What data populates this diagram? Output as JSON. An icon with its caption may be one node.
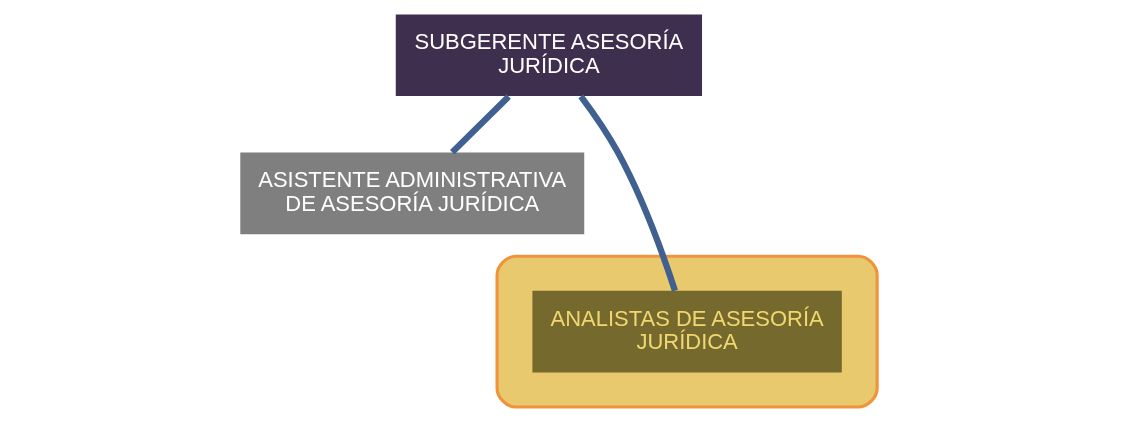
{
  "diagram": {
    "nodes": [
      {
        "text": [
          "SUBGERENTE ASESORÍA JURÍDICA"
        ]
      },
      {
        "text": [
          "ASISTENTE ADMINISTRATIVA DE ASESORÍA JURÍDICA"
        ]
      },
      {
        "text": [],
        "shape": "ellipse"
      },
      {
        "text": [
          "ANALISTAS DE ASESORÍA JURÍDICA"
        ],
        "in": 2
      }
    ],
    "edges": [
      {
        "from": 0,
        "to": 1,
        "arrow": "none"
      },
      {
        "from": 0,
        "to": 3,
        "arrow": "none"
      }
    ]
  }
}
